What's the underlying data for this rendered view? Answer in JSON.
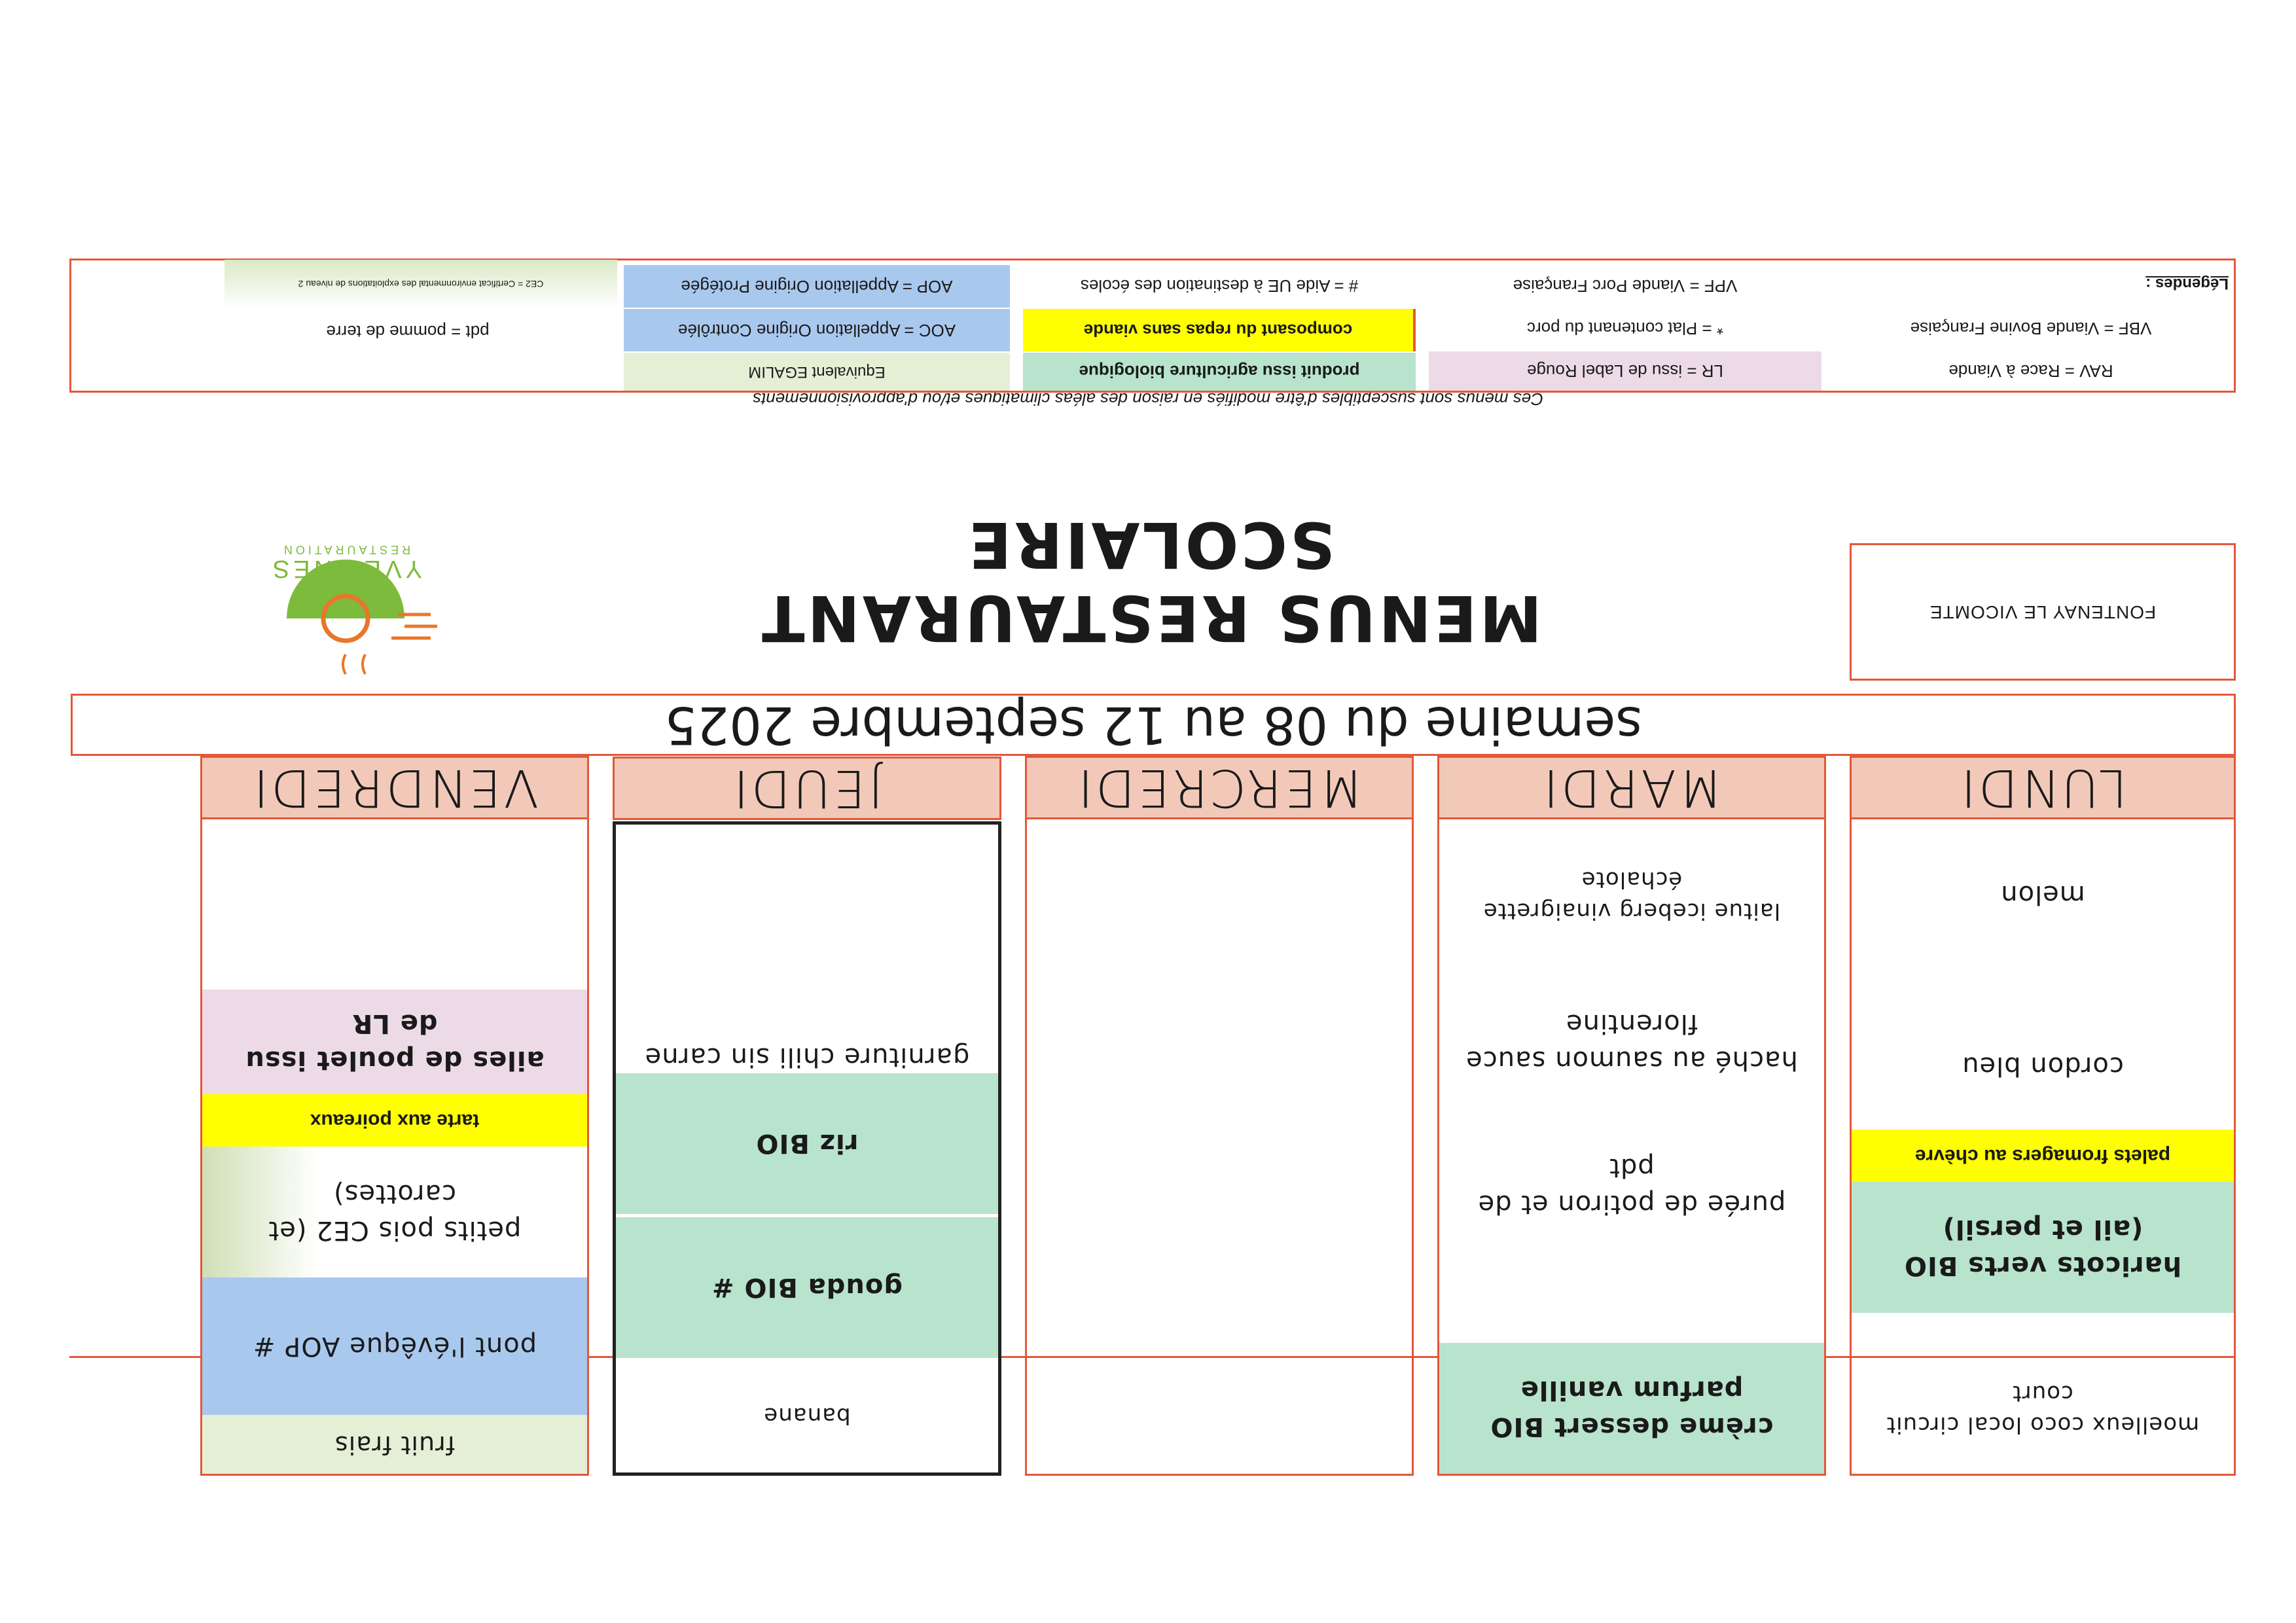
{
  "header": {
    "title": "MENUS RESTAURANT SCOLAIRE",
    "school": "FONTENAY LE VICOMTE",
    "logo_line1": "YVELINES",
    "logo_line2": "RESTAURATION"
  },
  "week": "semaine du 08 au 12 septembre 2025",
  "days": [
    {
      "name": "LUNDI",
      "items": [
        "melon",
        "cordon bleu",
        "palets fromagers au chèvre",
        "haricots verts BIO (ail et persil)",
        "moelleux coco local circuit court"
      ]
    },
    {
      "name": "MARDI",
      "items": [
        "laitue iceberg vinaigrette échalote",
        "haché au saumon sauce florentine",
        "purée de potiron et de pdt",
        "crème dessert BIO parfum vanille"
      ]
    },
    {
      "name": "MERCREDI",
      "items": []
    },
    {
      "name": "JEUDI",
      "items": [
        "garniture chili sin carne",
        "riz BIO",
        "gouda BIO #",
        "banane"
      ]
    },
    {
      "name": "VENDREDI",
      "items": [
        "ailes de poulet issu de LR",
        "tarte aux poireaux",
        "petits pois CE2 (et carottes)",
        "pont l'évêque AOP #",
        "fruit frais"
      ]
    }
  ],
  "notice": "Ces menus sont susceptibles d'être modifiés en raison des aléas climatiques et/ou d'approvisionnements",
  "legend": {
    "title": "Légendes :",
    "col1": [
      "RAV = Race à Viande",
      "VBF = Viande Bovine Française",
      ""
    ],
    "col2": [
      "LR = issu de Label Rouge",
      "* = Plat contenant du porc",
      "VPF = Viande Porc Française"
    ],
    "col3": [
      "produit issu agriculture biologique",
      "composant du repas sans viande",
      "# = Aide UE à destination des écoles"
    ],
    "col4": [
      "Equivalent EGALIM",
      "AOC = Appellation Origine Contrôlée",
      "AOP = Appellation Origine Protégée"
    ],
    "col5": [
      "",
      "pdt = pomme de terre",
      "CE2 = Certificat environmental des exploitations de niveau 2"
    ]
  },
  "colors": {
    "border": "#e2583a",
    "bio": "#b8e3cc",
    "meatless": "#ffff00",
    "aop": "#a9c8ee",
    "label_rouge": "#ecdbe6",
    "egalim": "#e5efd6",
    "day_header": "#f2c9b8",
    "logo_green": "#7dbb3c",
    "logo_orange": "#e9772b"
  }
}
